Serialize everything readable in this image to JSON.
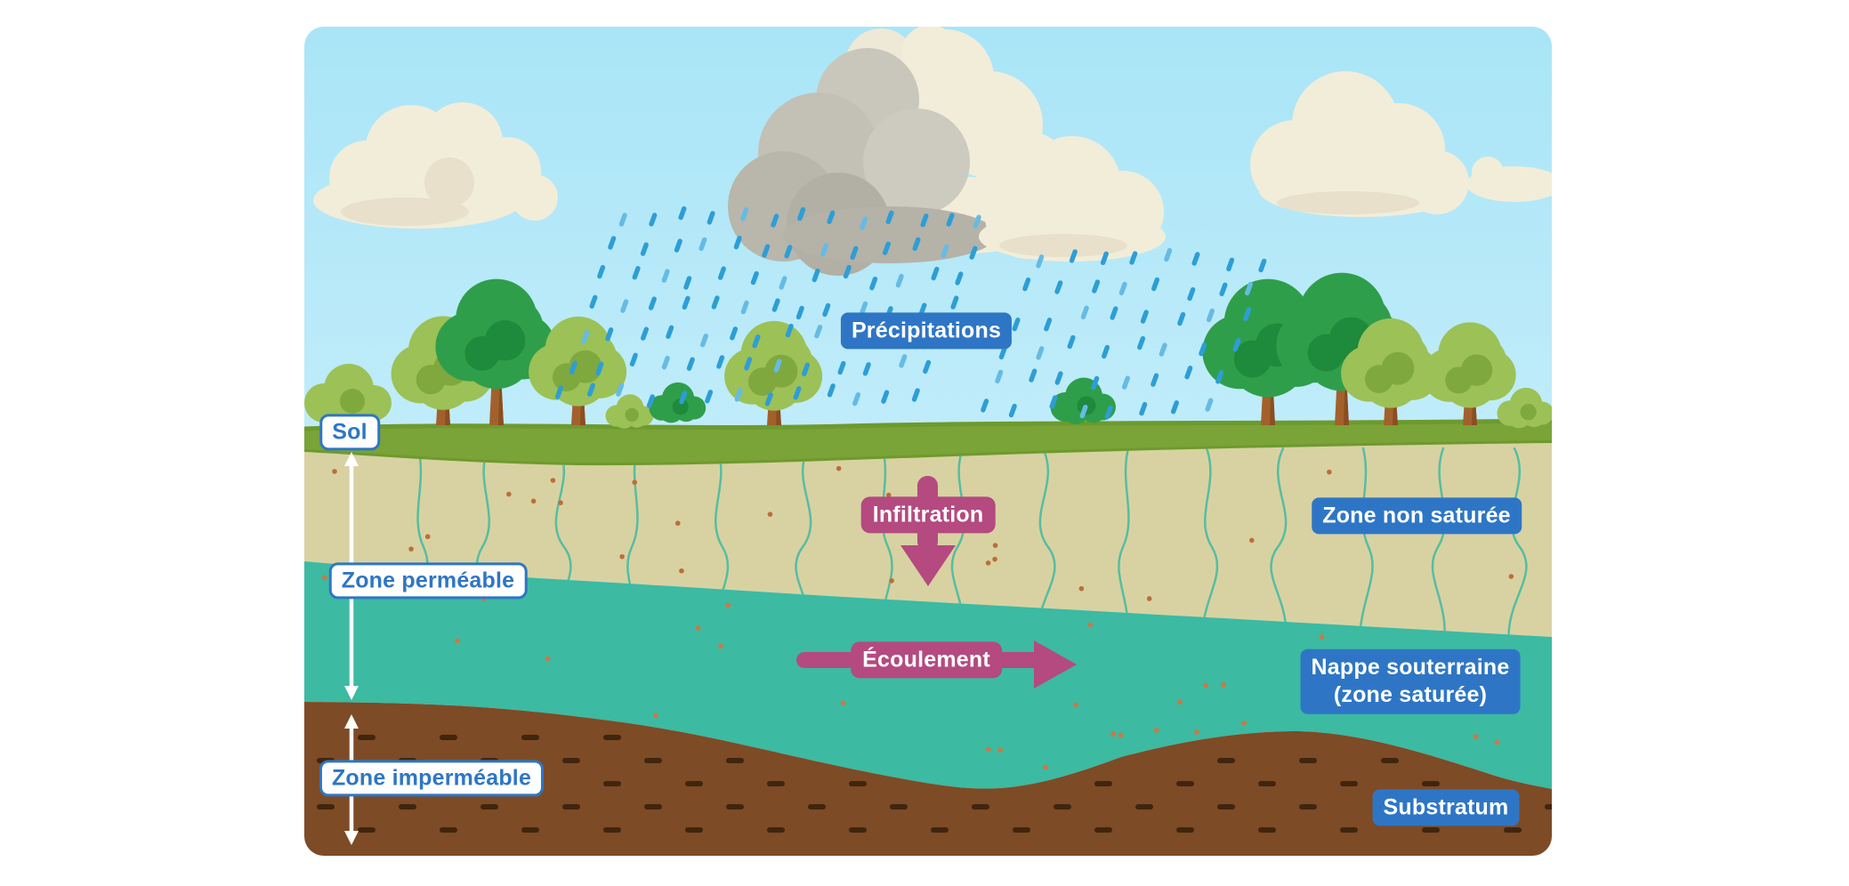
{
  "diagram": {
    "type": "hydrogeology-groundwater-schematic",
    "labels": {
      "sol": "Sol",
      "zone_permeable": "Zone perméable",
      "zone_impermeable": "Zone imperméable",
      "precipitations": "Précipitations",
      "infiltration": "Infiltration",
      "ecoulement": "Écoulement",
      "zone_non_saturee": "Zone non saturée",
      "nappe_souterraine_line1": "Nappe souterraine",
      "nappe_souterraine_line2": "(zone saturée)",
      "substratum": "Substratum"
    },
    "flow_arrows": [
      {
        "label": "Infiltration",
        "direction": "down",
        "color": "#b44a80"
      },
      {
        "label": "Écoulement",
        "direction": "right",
        "color": "#b44a80"
      }
    ],
    "extent_arrows": [
      {
        "label": "Zone perméable",
        "orientation": "vertical",
        "color": "#ffffff"
      },
      {
        "label": "Zone imperméable",
        "orientation": "vertical",
        "color": "#ffffff"
      }
    ],
    "colors": {
      "label_blue": "#2e76c5",
      "label_magenta": "#b44a80",
      "sky": "#aee8f8",
      "grass": "#7aa338",
      "unsaturated_beige": "#d8d2a2",
      "water_teal": "#3cbaa2",
      "substratum_brown": "#7d4b26",
      "rain": "#2d9ed6"
    }
  }
}
